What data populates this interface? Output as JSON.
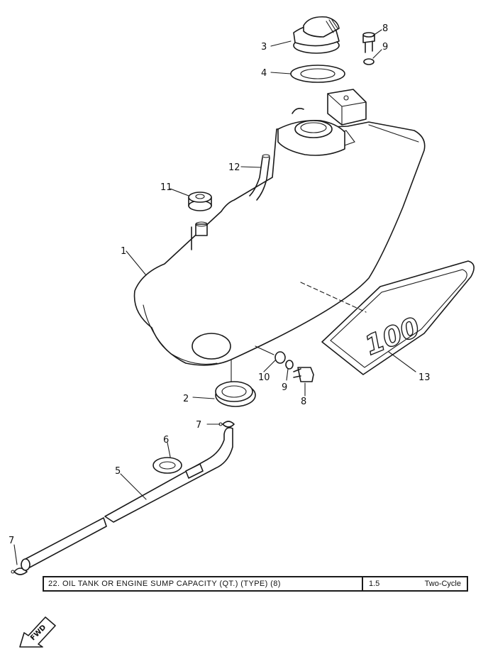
{
  "callouts": {
    "c1": "1",
    "c2": "2",
    "c3": "3",
    "c4": "4",
    "c5": "5",
    "c6": "6",
    "c7a": "7",
    "c7b": "7",
    "c8a": "8",
    "c8b": "8",
    "c9a": "9",
    "c9b": "9",
    "c10": "10",
    "c11": "11",
    "c12": "12",
    "c13": "13"
  },
  "emblem_text": "100",
  "spec": {
    "description": "22.  OIL TANK OR ENGINE SUMP CAPACITY (QT.)  (TYPE) (8)",
    "capacity": "1.5",
    "type": "Two-Cycle"
  },
  "fwd_label": "FWD"
}
